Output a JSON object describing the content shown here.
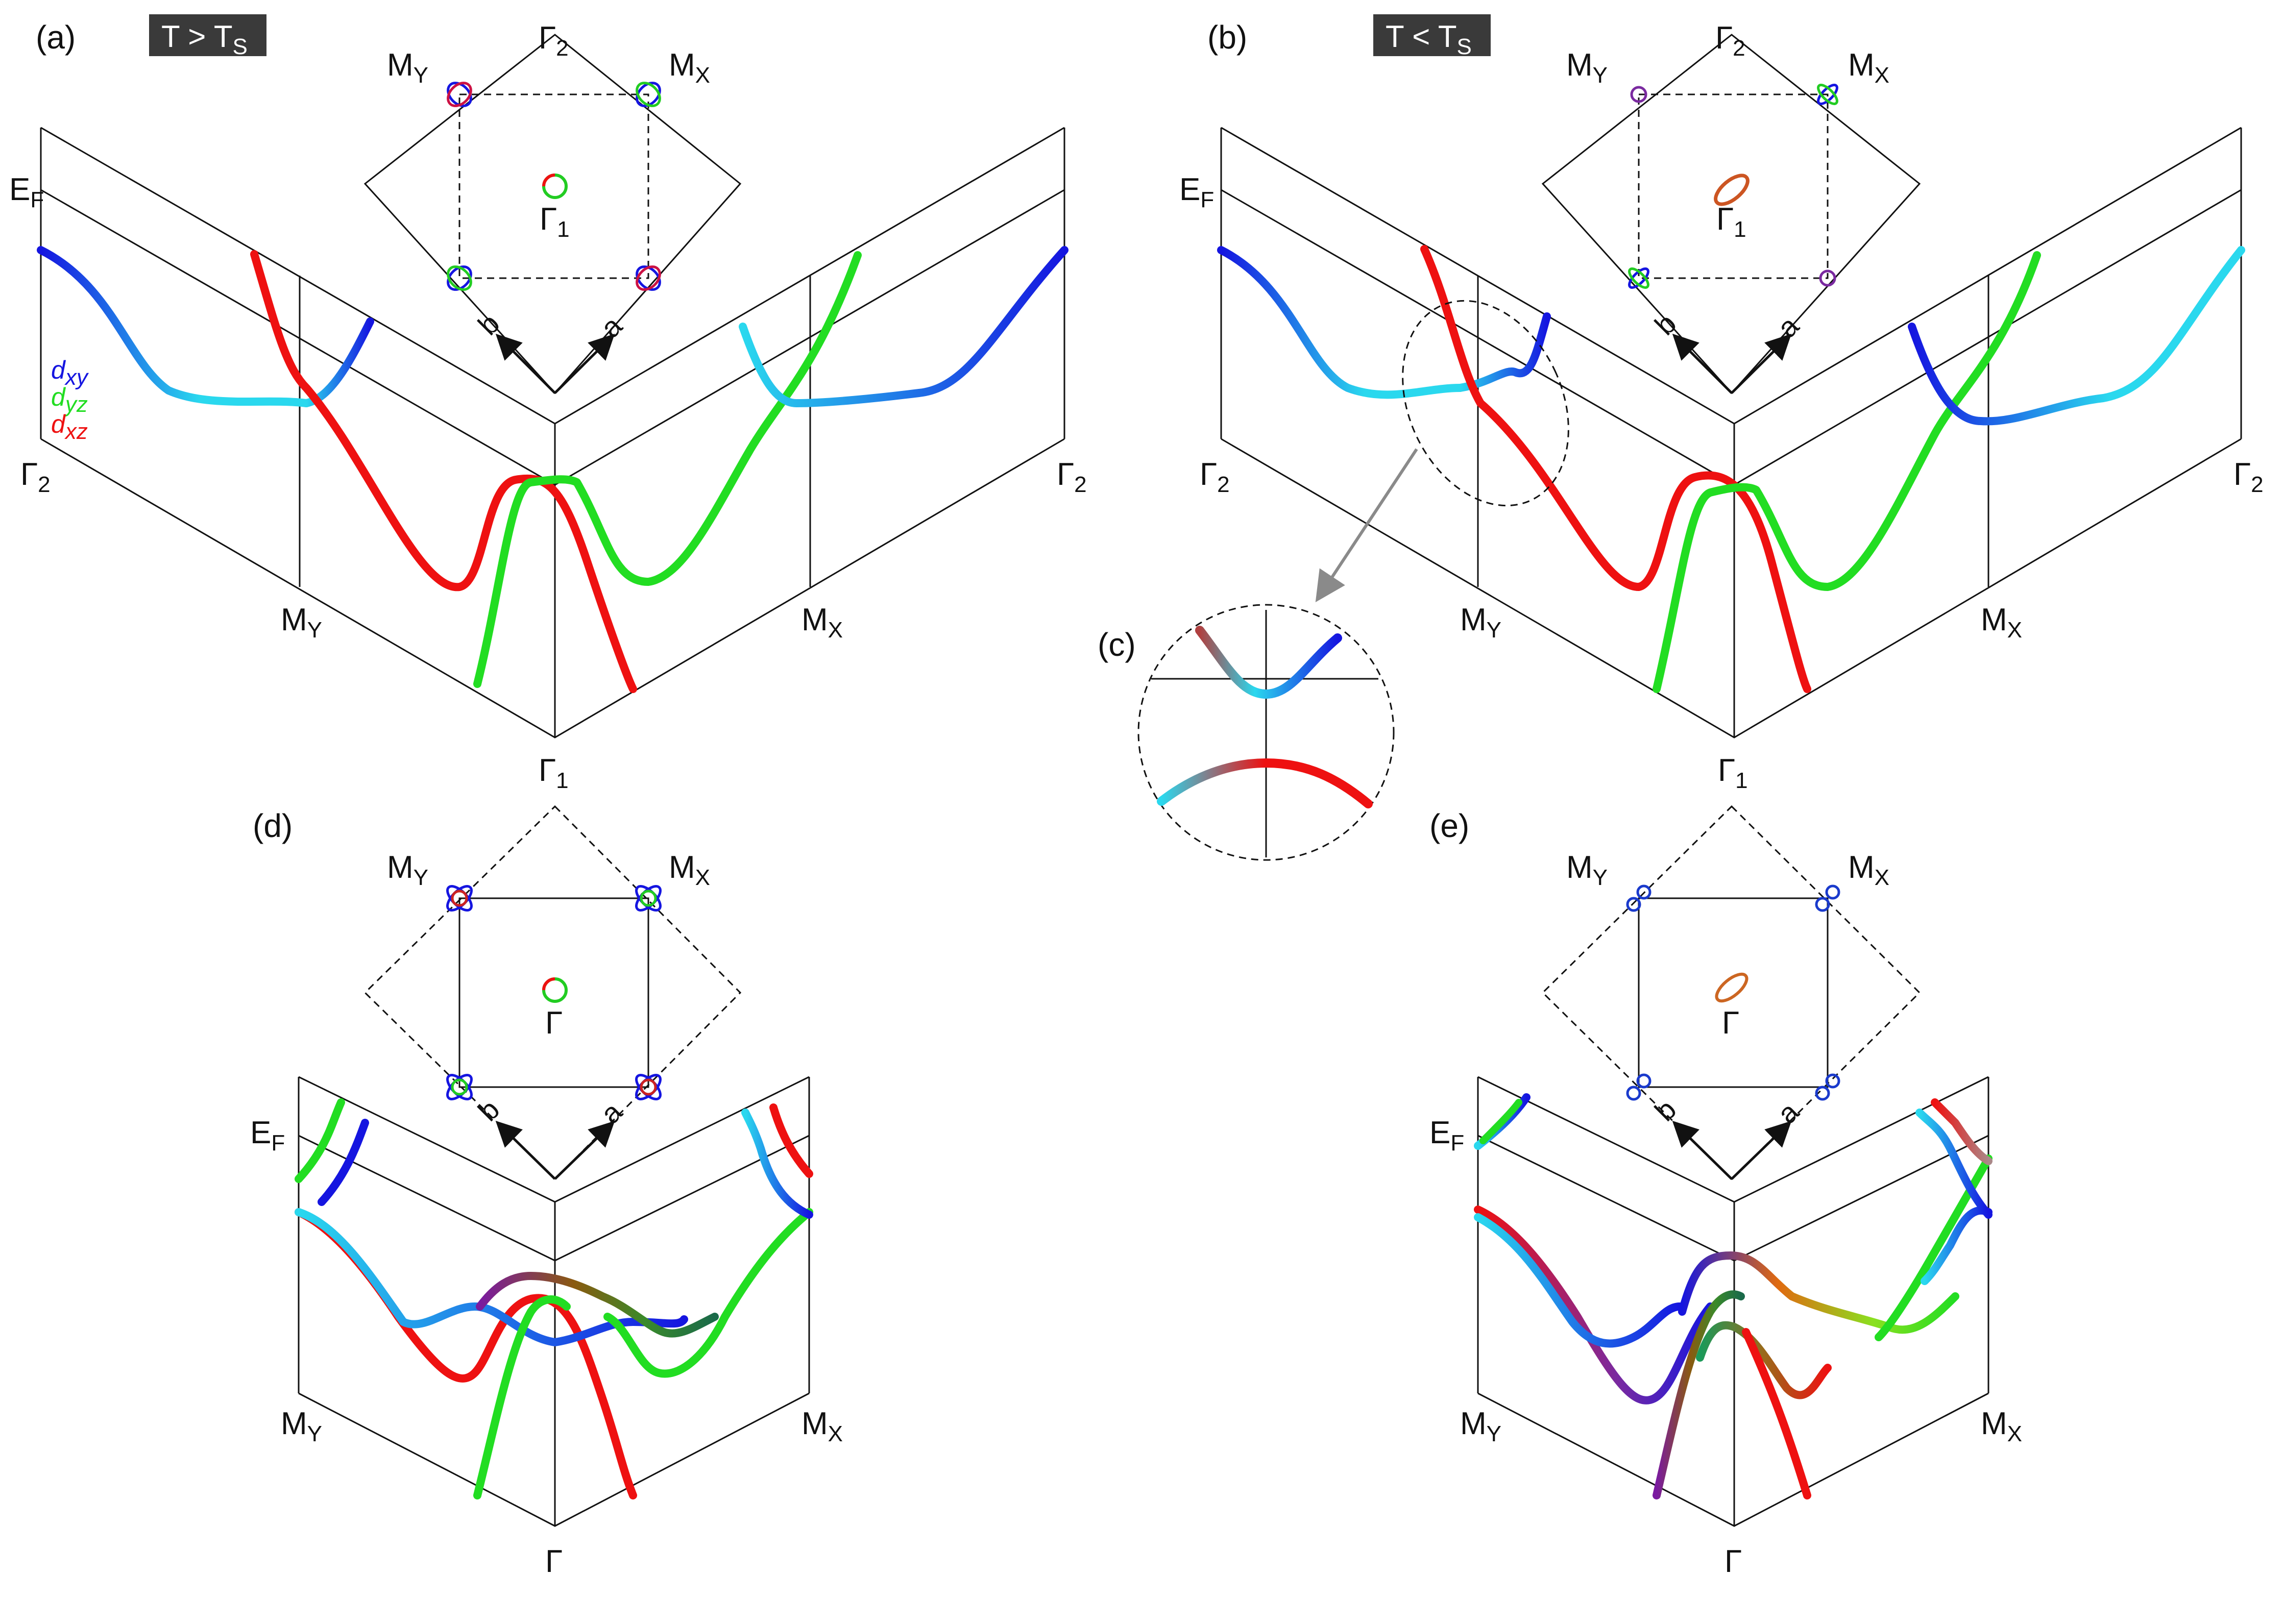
{
  "panels": {
    "a": {
      "label": "(a)",
      "badge": "T > T",
      "badge_sub": "S"
    },
    "b": {
      "label": "(b)",
      "badge": "T < T",
      "badge_sub": "S"
    },
    "c": {
      "label": "(c)"
    },
    "d": {
      "label": "(d)"
    },
    "e": {
      "label": "(e)"
    }
  },
  "bz_labels": {
    "gamma": "Γ",
    "gamma_1_sub": "1",
    "gamma_2_sub": "2",
    "m": "M",
    "my_sub": "Y",
    "mx_sub": "X",
    "axis_a": "a",
    "axis_b": "b"
  },
  "energy_label": {
    "main": "E",
    "sub": "F"
  },
  "legend": {
    "items": [
      {
        "main": "d",
        "sub": "xy",
        "color": "#1515e0"
      },
      {
        "main": "d",
        "sub": "yz",
        "color": "#22dd22"
      },
      {
        "main": "d",
        "sub": "xz",
        "color": "#ee1111"
      }
    ]
  },
  "colors": {
    "dxy": "#1515e0",
    "dxy_light": "#2ad8ee",
    "dyz": "#22dd22",
    "dxz": "#ee1111",
    "badge_bg": "#3a3a3a",
    "arrow_gray": "#8a8a8a"
  }
}
